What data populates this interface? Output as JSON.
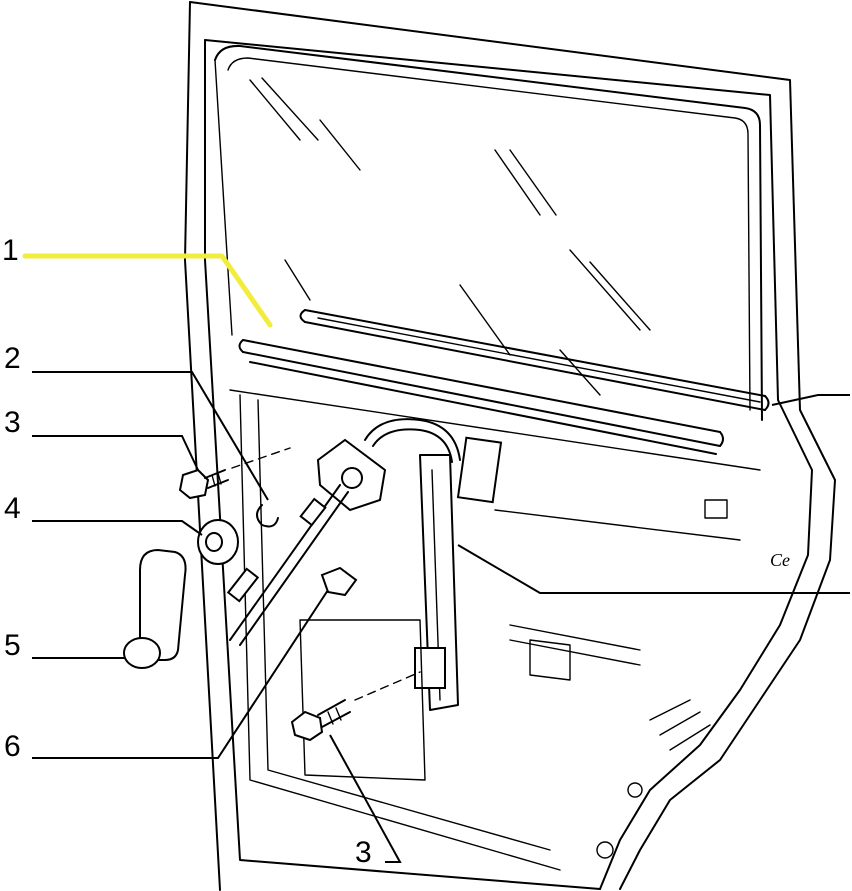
{
  "callouts": [
    {
      "id": "callout-1",
      "label": "1",
      "highlighted": true
    },
    {
      "id": "callout-2",
      "label": "2"
    },
    {
      "id": "callout-3-top",
      "label": "3"
    },
    {
      "id": "callout-4",
      "label": "4"
    },
    {
      "id": "callout-5",
      "label": "5"
    },
    {
      "id": "callout-6",
      "label": "6"
    },
    {
      "id": "callout-3-bottom",
      "label": "3"
    }
  ],
  "door_mark": "Ce",
  "colors": {
    "highlight": "#f2ec3c",
    "line": "#000000",
    "background": "#ffffff"
  }
}
